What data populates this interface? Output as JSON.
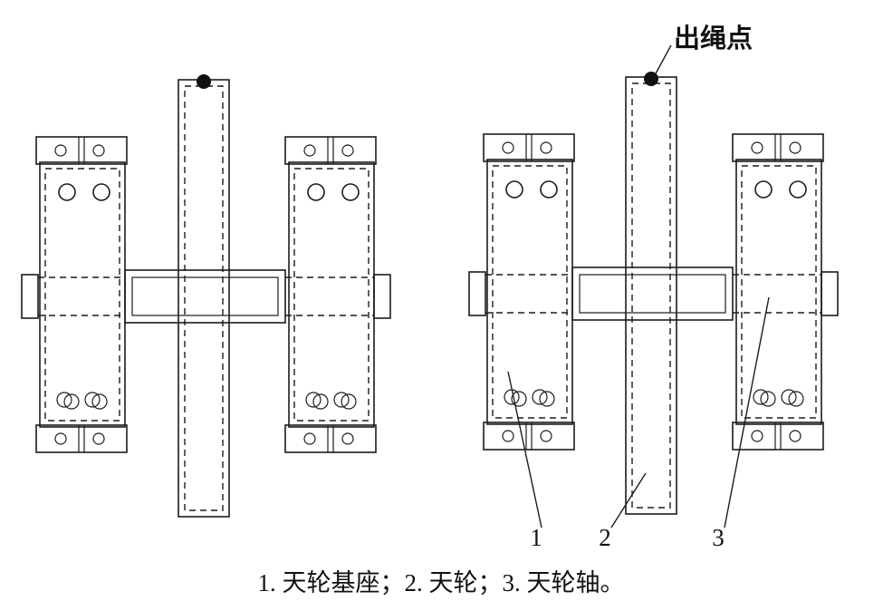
{
  "figure": {
    "rope_point_label": "出绳点",
    "callouts": {
      "c1": "1",
      "c2": "2",
      "c3": "3"
    },
    "caption": "1. 天轮基座；2. 天轮；3. 天轮轴。"
  }
}
